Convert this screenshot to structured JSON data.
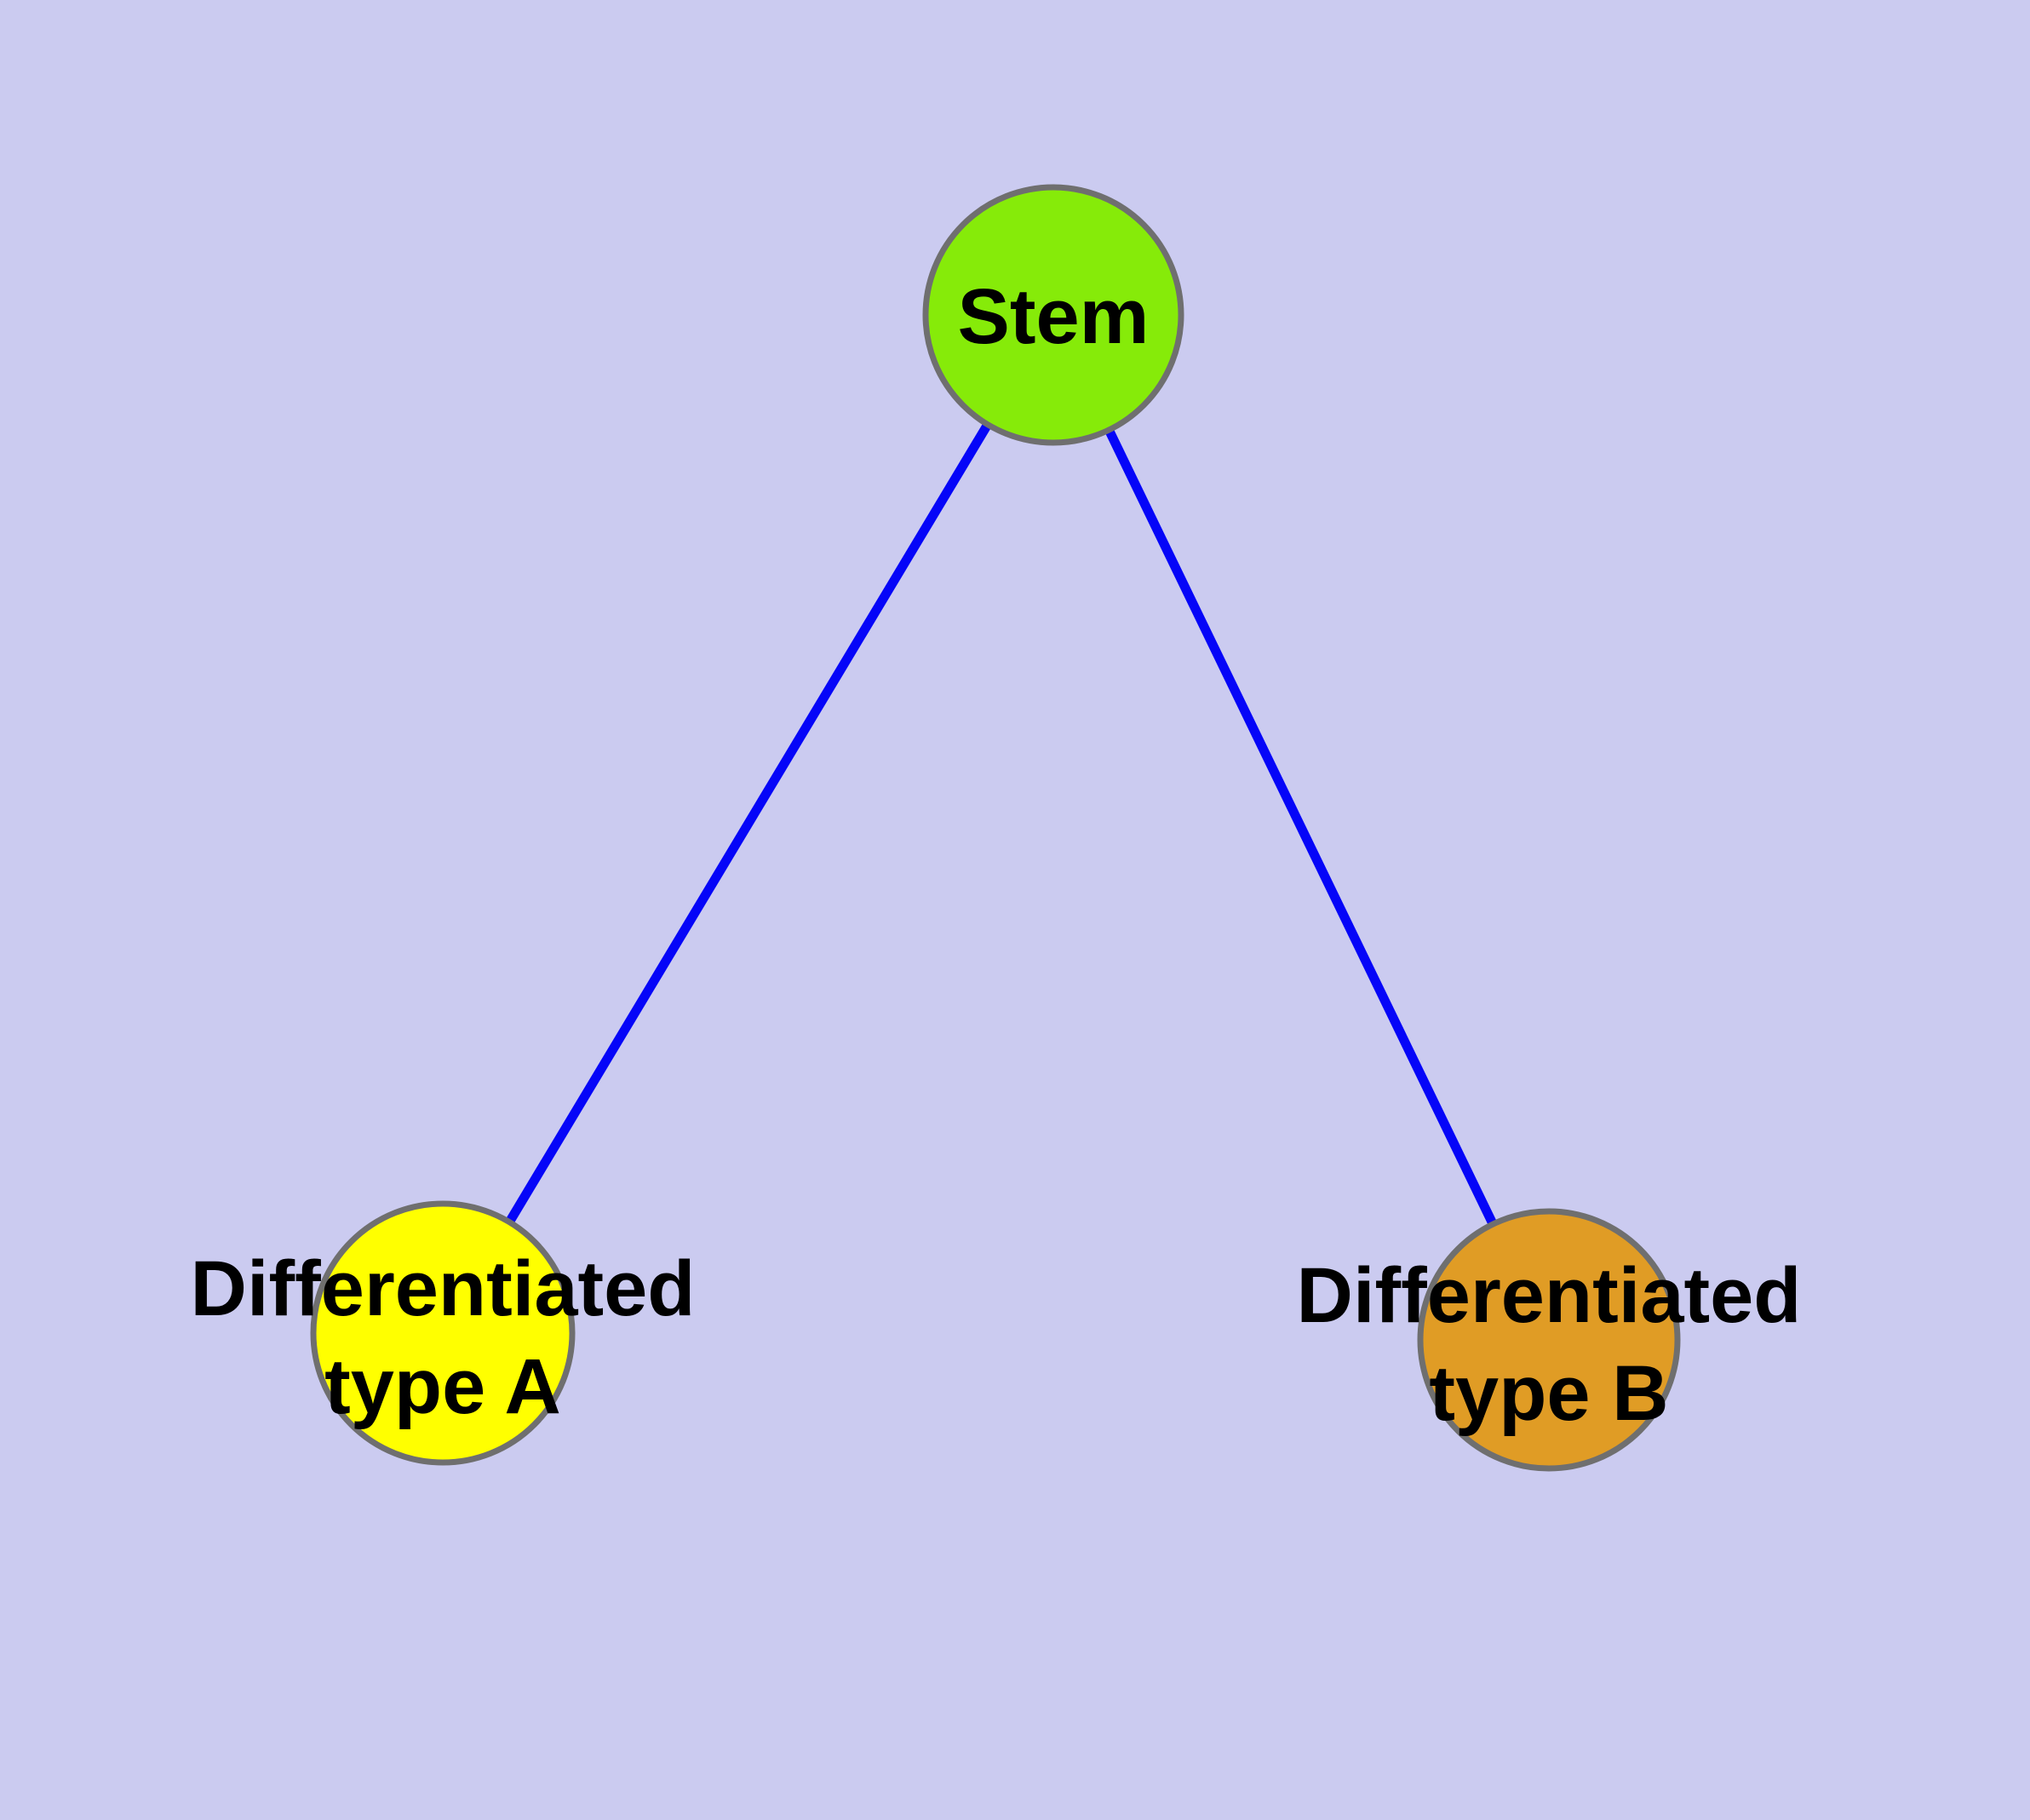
{
  "diagram": {
    "type": "graph",
    "background_color": "#CBCBF0",
    "edge_color": "#0505F8",
    "node_border_color": "#6F6F6F",
    "label_color": "#000000",
    "nodes": {
      "stem": {
        "id": "stem",
        "label": "Stem",
        "fill": "#86EB09"
      },
      "type_a": {
        "id": "type_a",
        "label_line1": "Differentiated",
        "label_line2": "type A",
        "fill": "#FFFF00"
      },
      "type_b": {
        "id": "type_b",
        "label_line1": "Differentiated",
        "label_line2": "type B",
        "fill": "#E09C25"
      }
    },
    "edges": [
      {
        "from": "stem",
        "to": "type_a"
      },
      {
        "from": "stem",
        "to": "type_b"
      }
    ]
  }
}
